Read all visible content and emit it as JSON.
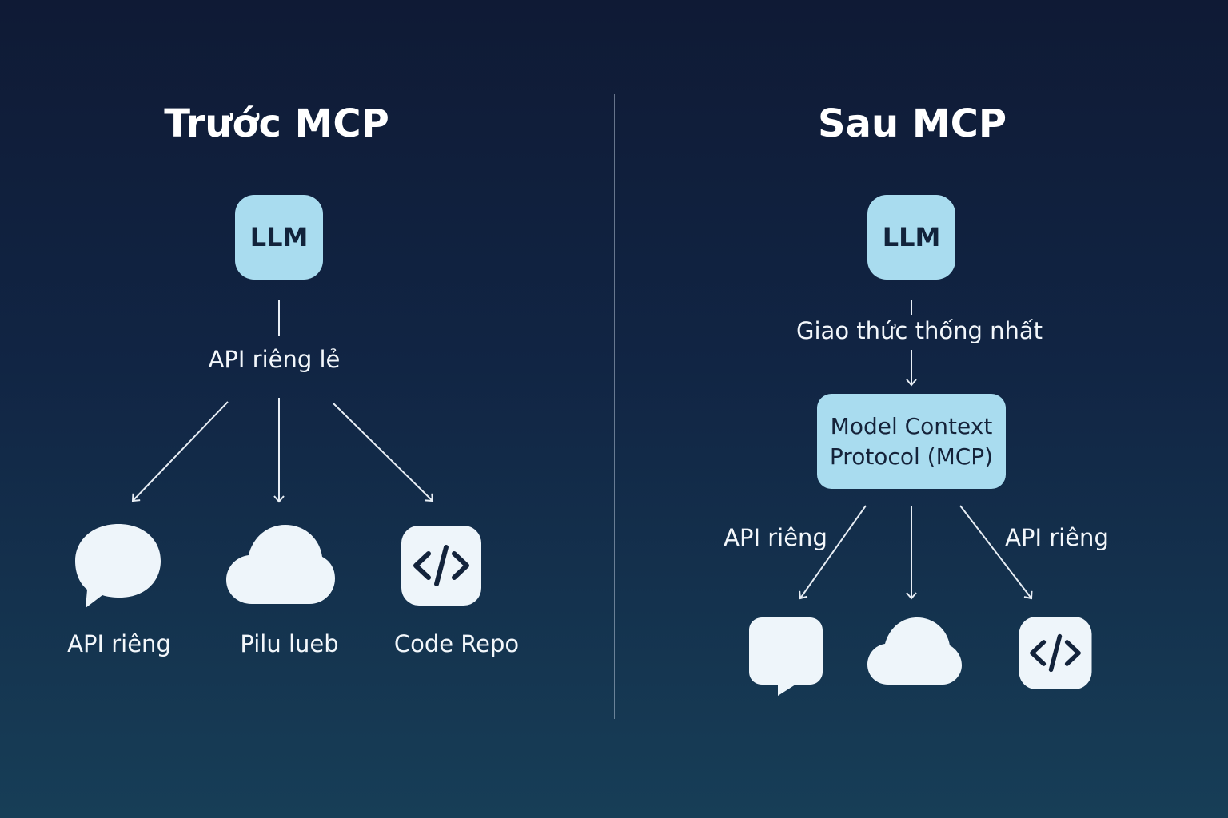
{
  "left": {
    "title": "Trước MCP",
    "llm": "LLM",
    "connector_label": "API riêng lẻ",
    "targets": [
      {
        "icon": "chat-bubble-icon",
        "label": "API riêng"
      },
      {
        "icon": "cloud-icon",
        "label": "Pilu lueb"
      },
      {
        "icon": "code-icon",
        "label": "Code Repo"
      }
    ]
  },
  "right": {
    "title": "Sau MCP",
    "llm": "LLM",
    "connector_label": "Giao thức thống nhất",
    "mcp_line1": "Model Context",
    "mcp_line2": "Protocol (MCP)",
    "branch_label_left": "API riêng",
    "branch_label_right": "API riêng",
    "targets": [
      {
        "icon": "chat-bubble-icon"
      },
      {
        "icon": "cloud-icon"
      },
      {
        "icon": "code-icon"
      }
    ]
  },
  "colors": {
    "node_fill": "#a9dcef",
    "icon_fill": "#eef5fa",
    "line": "#e8eef5",
    "background_top": "#0f1a35",
    "background_bottom": "#173e57"
  }
}
